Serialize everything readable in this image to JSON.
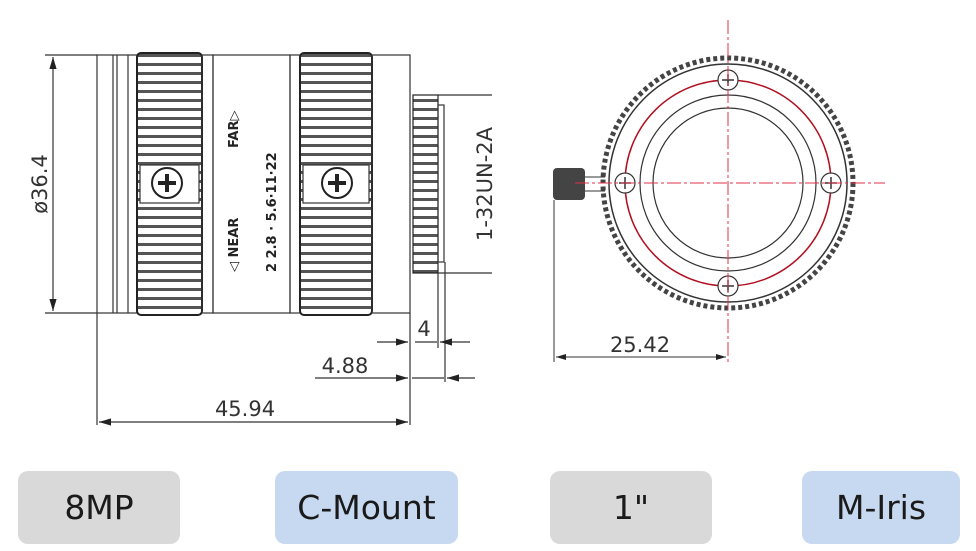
{
  "side_view": {
    "diameter_label": "ø36.4",
    "thread_label": "1-32UN-2A",
    "dim_flange": "4",
    "dim_back": "4.88",
    "dim_length": "45.94",
    "near_label": "◁ NEAR",
    "far_label": "FAR▷",
    "aperture_scale": "2  2.8  ·  5.6·11·22"
  },
  "front_view": {
    "dim_knob": "25.42"
  },
  "badges": [
    {
      "label": "8MP",
      "color": "#d9d9d9"
    },
    {
      "label": "C-Mount",
      "color": "#c7d9f0"
    },
    {
      "label": "1\"",
      "color": "#d9d9d9"
    },
    {
      "label": "M-Iris",
      "color": "#c7d9f0"
    }
  ],
  "colors": {
    "line": "#333333",
    "centerline": "#e0304a",
    "bolt_circle": "#b01020"
  }
}
